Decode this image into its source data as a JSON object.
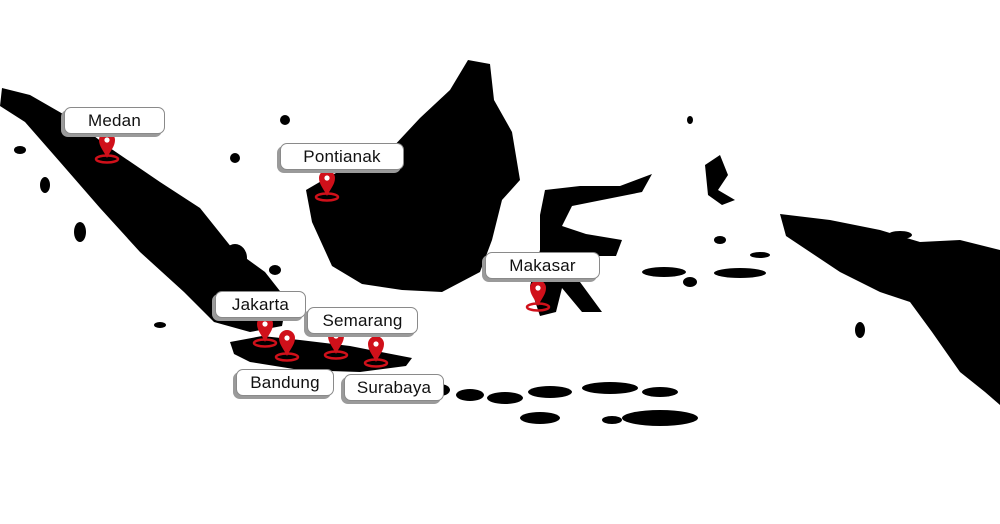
{
  "map": {
    "title": "Indonesia",
    "land_color": "#000000",
    "pin_color": "#d0101a",
    "cities": [
      {
        "name": "Medan",
        "icon": "map-pin-icon"
      },
      {
        "name": "Pontianak",
        "icon": "map-pin-icon"
      },
      {
        "name": "Makasar",
        "icon": "map-pin-icon"
      },
      {
        "name": "Jakarta",
        "icon": "map-pin-icon"
      },
      {
        "name": "Semarang",
        "icon": "map-pin-icon"
      },
      {
        "name": "Bandung",
        "icon": "map-pin-icon"
      },
      {
        "name": "Surabaya",
        "icon": "map-pin-icon"
      }
    ]
  }
}
